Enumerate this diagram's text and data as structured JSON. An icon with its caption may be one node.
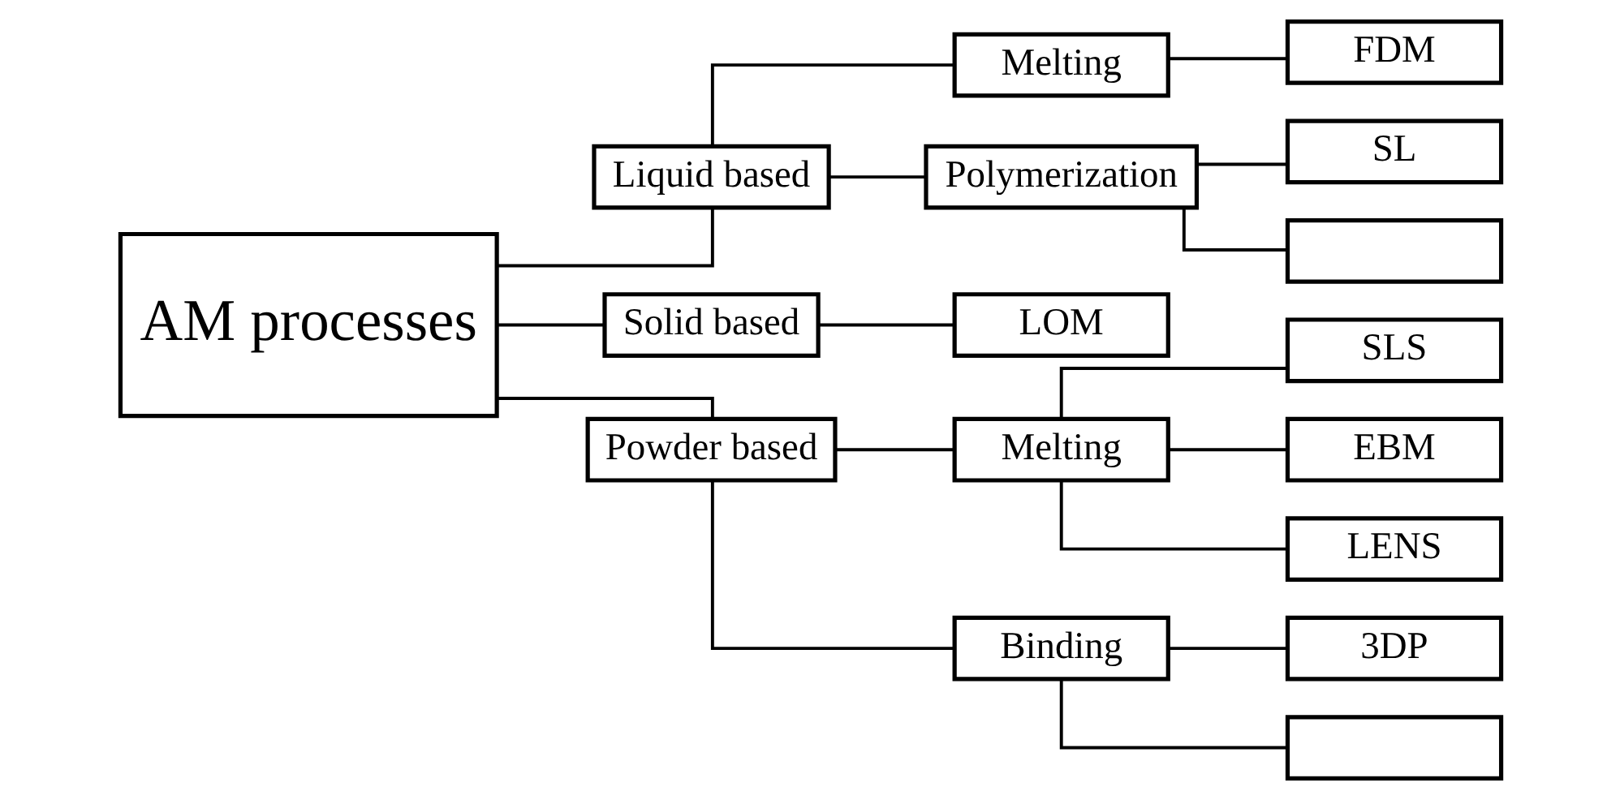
{
  "diagram": {
    "nodes": [
      {
        "text": [
          "AM processes"
        ]
      },
      {
        "text": [
          "Liquid based"
        ]
      },
      {
        "text": [
          "Solid based"
        ]
      },
      {
        "text": [
          "Powder based"
        ]
      },
      {
        "text": [
          "Melting"
        ]
      },
      {
        "text": [
          "Polymerization"
        ]
      },
      {
        "text": [
          "LOM"
        ]
      },
      {
        "text": [
          "Melting"
        ]
      },
      {
        "text": [
          "Binding"
        ]
      },
      {
        "text": [
          "FDM"
        ]
      },
      {
        "text": [
          "SL"
        ]
      },
      {
        "text": [],
        "shape": "box"
      },
      {
        "text": [
          "SLS"
        ]
      },
      {
        "text": [
          "EBM"
        ]
      },
      {
        "text": [
          "LENS"
        ]
      },
      {
        "text": [
          "3DP"
        ]
      },
      {
        "text": [],
        "shape": "box"
      }
    ],
    "edges": [
      {
        "from": 0,
        "to": 1,
        "arrow": "none"
      },
      {
        "from": 0,
        "to": 2,
        "arrow": "none"
      },
      {
        "from": 0,
        "to": 3,
        "arrow": "none"
      },
      {
        "from": 1,
        "to": 4,
        "arrow": "none"
      },
      {
        "from": 1,
        "to": 5,
        "arrow": "none"
      },
      {
        "from": 2,
        "to": 6,
        "arrow": "none"
      },
      {
        "from": 3,
        "to": 7,
        "arrow": "none"
      },
      {
        "from": 3,
        "to": 8,
        "arrow": "none"
      },
      {
        "from": 4,
        "to": 9,
        "arrow": "none"
      },
      {
        "from": 5,
        "to": 10,
        "arrow": "none"
      },
      {
        "from": 5,
        "to": 11,
        "arrow": "none"
      },
      {
        "from": 7,
        "to": 12,
        "arrow": "none"
      },
      {
        "from": 7,
        "to": 13,
        "arrow": "none"
      },
      {
        "from": 7,
        "to": 14,
        "arrow": "none"
      },
      {
        "from": 8,
        "to": 15,
        "arrow": "none"
      },
      {
        "from": 8,
        "to": 16,
        "arrow": "none"
      }
    ]
  }
}
